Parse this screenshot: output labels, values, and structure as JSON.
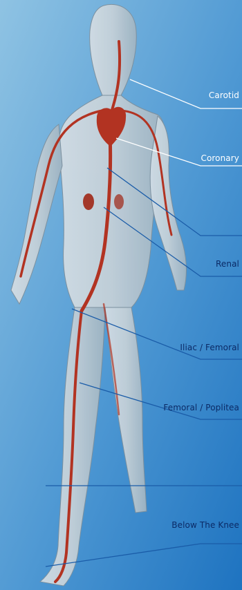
{
  "labels": {
    "carotid": "Carotid",
    "coronary": "Coronary",
    "renal": "Renal",
    "iliac_femoral": "Iliac / Femoral",
    "femoral_popliteal": "Femoral / Poplitea",
    "below_the_knee": "Below The Knee"
  },
  "colors": {
    "background_top": "#8fc3e3",
    "background_bottom": "#1e73c0",
    "artery": "#b23322",
    "leader_white": "#ffffff",
    "leader_blue": "#1a5ca8",
    "label_dark": "#0b2a66"
  }
}
